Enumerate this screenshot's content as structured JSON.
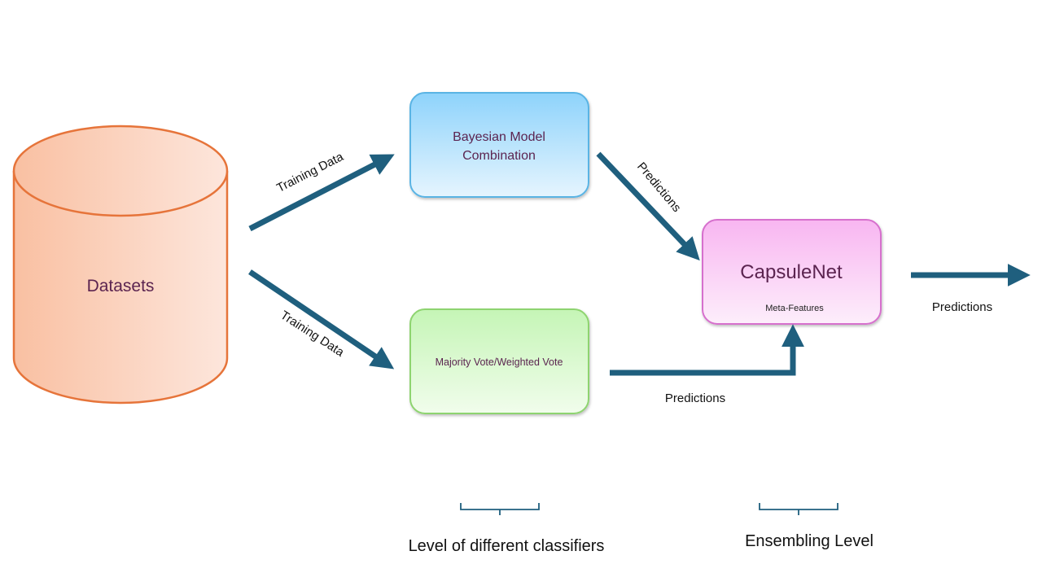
{
  "nodes": {
    "datasets": {
      "label": "Datasets",
      "fill_start": "#f9c0a2",
      "fill_end": "#fde6dc",
      "stroke": "#e6743a"
    },
    "bmc": {
      "line1": "Bayesian Model",
      "line2": "Combination",
      "fill_top": "#8ed3fb",
      "fill_bottom": "#e6f5fe",
      "stroke": "#5ab4e4"
    },
    "majority": {
      "label": "Majority Vote/Weighted Vote",
      "fill_top": "#c5f5b6",
      "fill_bottom": "#f1fdec",
      "stroke": "#8ed46f"
    },
    "capsule": {
      "label": "CapsuleNet",
      "sublabel": "Meta-Features",
      "fill_top": "#f8b6f1",
      "fill_bottom": "#fdeefb",
      "stroke": "#d670cd"
    }
  },
  "edges": {
    "training_top": "Training Data",
    "training_bottom": "Training Data",
    "pred_bmc": "Predictions",
    "pred_majority": "Predictions",
    "pred_output": "Predictions"
  },
  "levels": {
    "classifiers": "Level of different classifiers",
    "ensembling": "Ensembling Level"
  },
  "colors": {
    "arrow": "#1f5f7e",
    "node_text": "#5b2450",
    "label_text": "#111111",
    "brace": "#1f5f7e"
  }
}
